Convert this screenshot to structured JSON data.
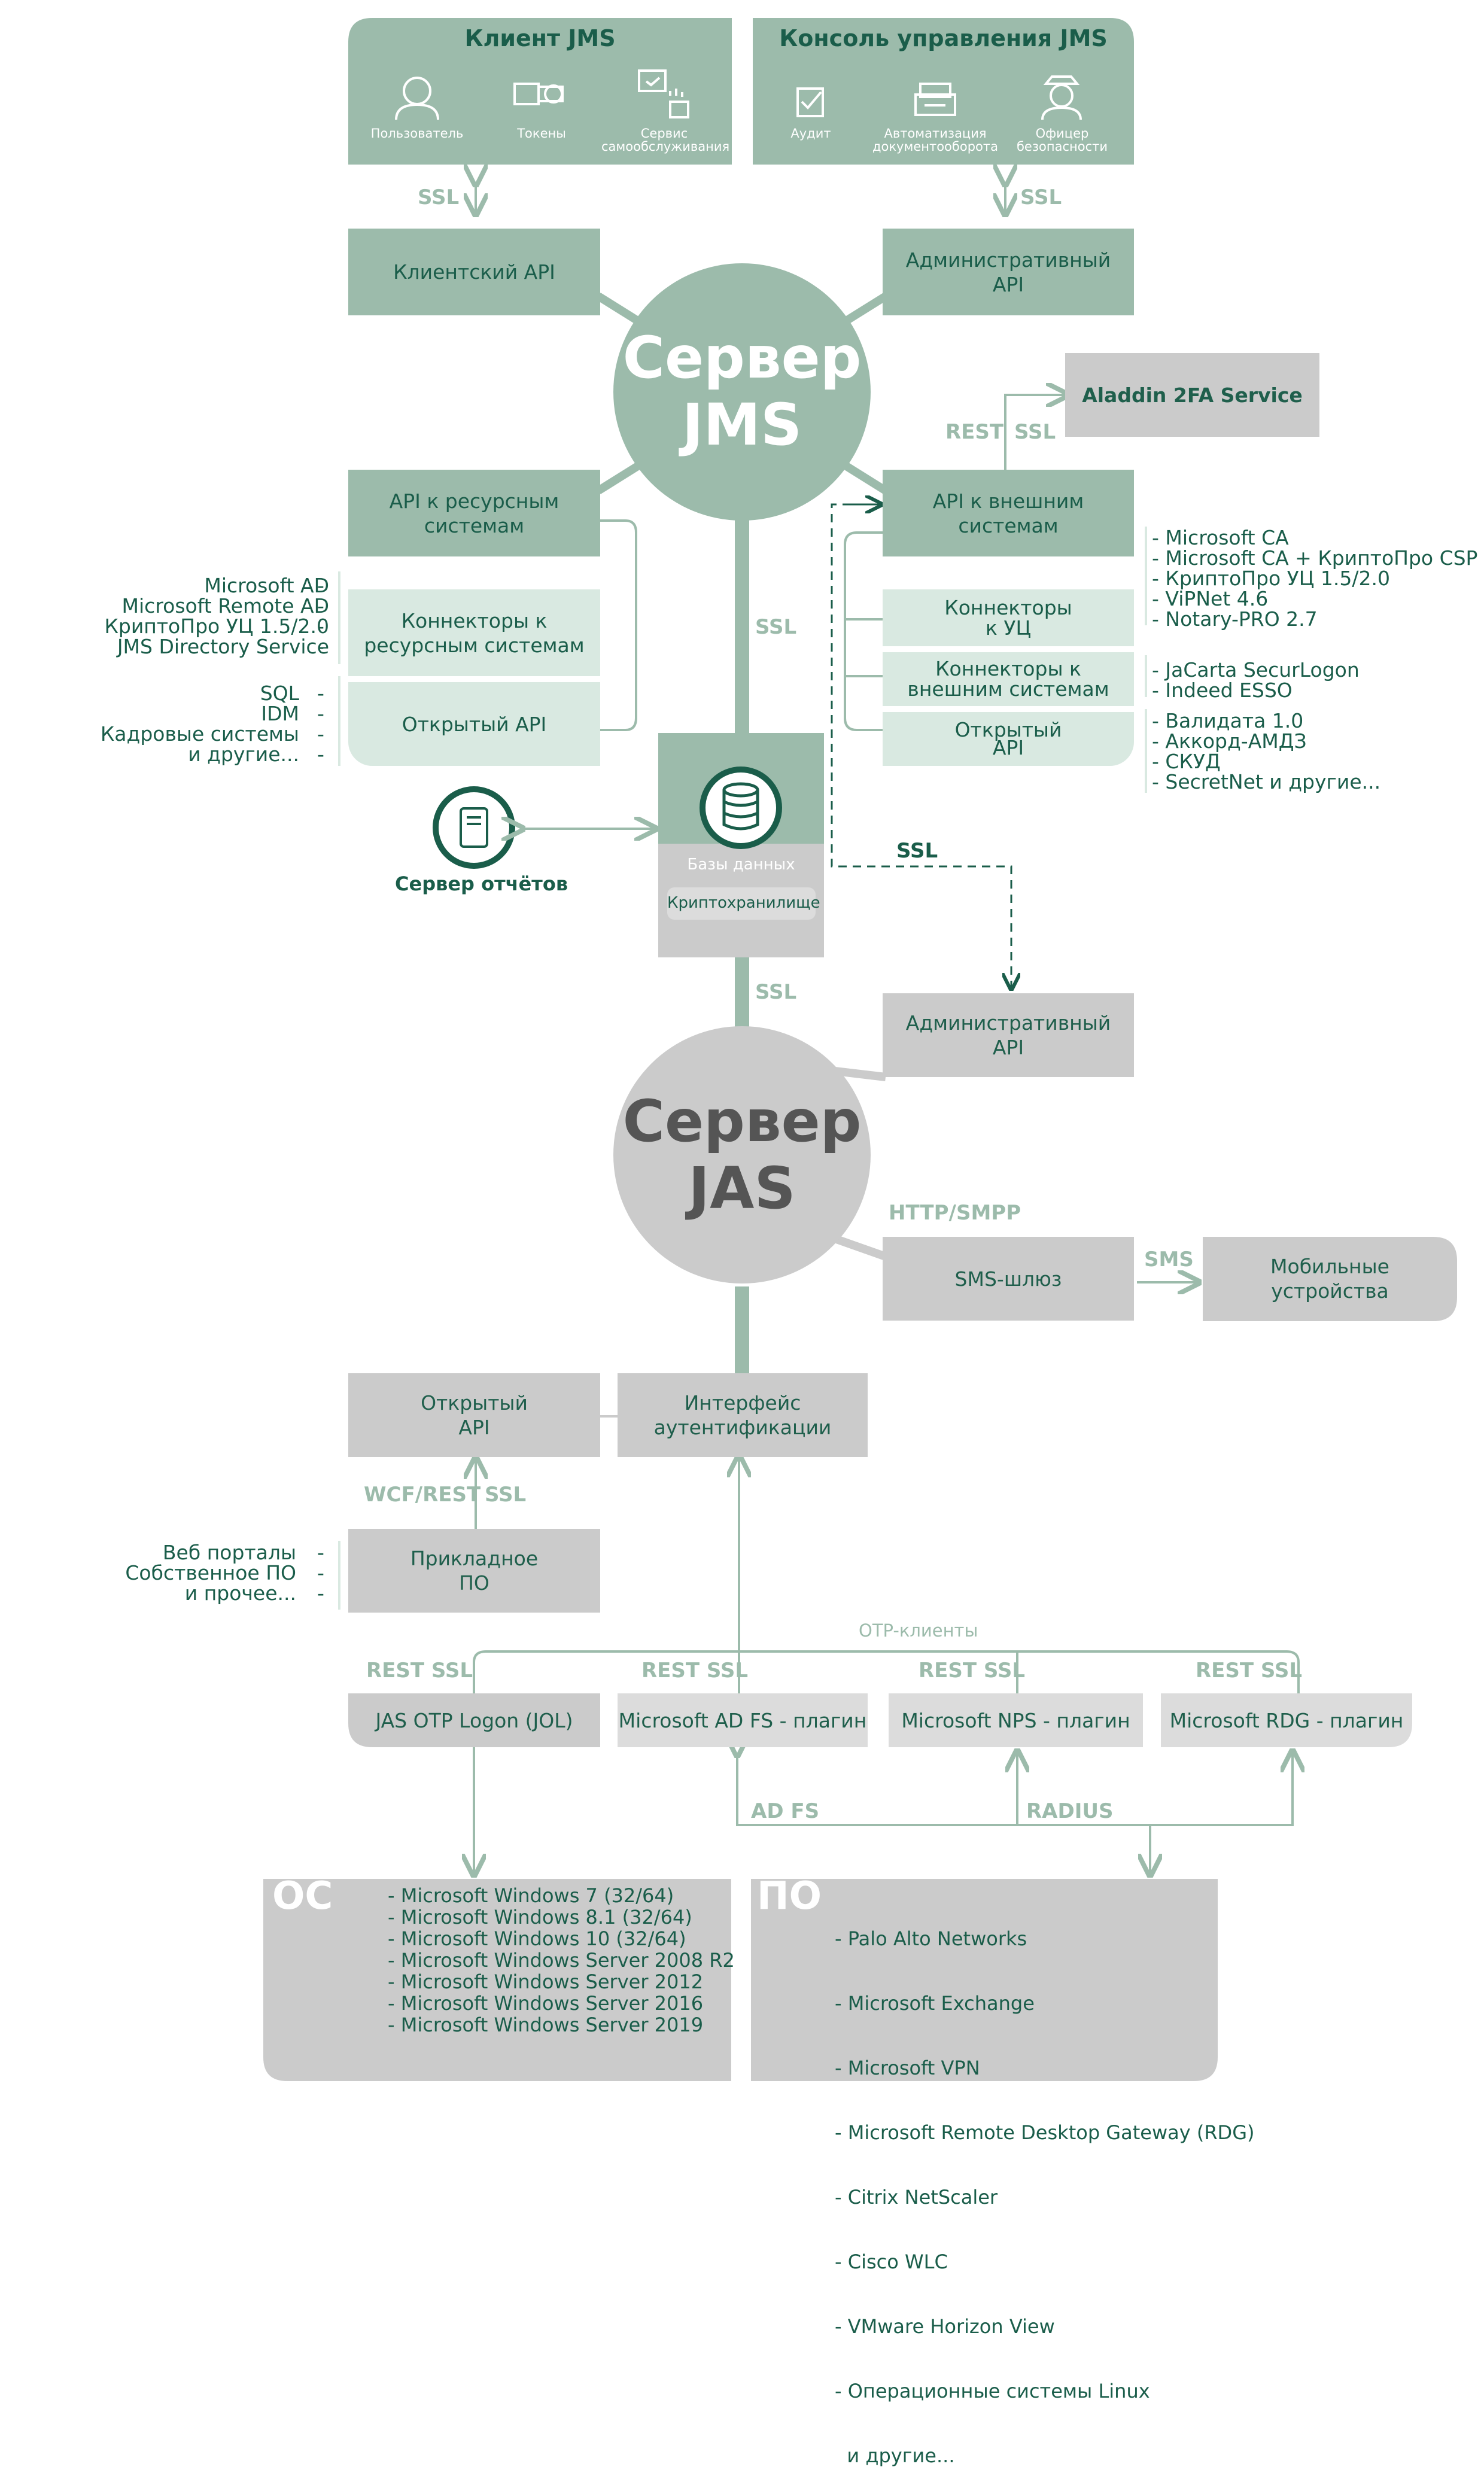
{
  "colors": {
    "green_dark": "#9cbbab",
    "green_light": "#d9e9e1",
    "green_text": "#1a5d4a",
    "grey": "#cbcbcb",
    "grey_dark_text": "#555555"
  },
  "client_jms": {
    "title": "Клиент JMS",
    "items": [
      {
        "label": "Пользователь",
        "icon": "user-icon"
      },
      {
        "label": "Токены",
        "icon": "token-icon"
      },
      {
        "label": "Сервис самообслуживания",
        "icon": "self-service-icon"
      }
    ]
  },
  "console_jms": {
    "title": "Консоль управления JMS",
    "items": [
      {
        "label": "Аудит",
        "icon": "audit-icon"
      },
      {
        "label": "Автоматизация документооборота",
        "icon": "printer-icon"
      },
      {
        "label": "Офицер безопасности",
        "icon": "officer-icon"
      }
    ]
  },
  "ssl": "SSL",
  "rest": "REST",
  "client_api": "Клиентский API",
  "admin_api": "Административный API",
  "server_jms": {
    "line1": "Сервер",
    "line2": "JMS"
  },
  "aladdin": "Aladdin 2FA Service",
  "api_resource": "API к ресурсным системам",
  "api_external": "API к внешним системам",
  "conn_resource": "Коннекторы к ресурсным системам",
  "open_api": "Открытый API",
  "conn_ca": "Коннекторы к УЦ",
  "conn_external": "Коннекторы к внешним системам",
  "left_list_1": [
    "Microsoft AD",
    "Microsoft Remote AD",
    "КриптоПро УЦ 1.5/2.0",
    "JMS Directory Service"
  ],
  "left_list_2": [
    "SQL",
    "IDM",
    "Кадровые системы",
    "и другие..."
  ],
  "right_list_1": [
    "Microsoft CA",
    "Microsoft CA + КриптоПро CSP",
    "КриптоПро УЦ 1.5/2.0",
    "ViPNet 4.6",
    "Notary-PRO 2.7"
  ],
  "right_list_2": [
    "JaCarta SecurLogon",
    "Indeed ESSO"
  ],
  "right_list_3": [
    "Валидата 1.0",
    "Аккорд-АМДЗ",
    "СКУД",
    "SecretNet и другие..."
  ],
  "report_server": "Сервер отчётов",
  "databases": "Базы данных",
  "crypto_storage": "Криптохранилище",
  "server_jas": {
    "line1": "Сервер",
    "line2": "JAS"
  },
  "http_smpp": "HTTP/SMPP",
  "sms_gateway": "SMS-шлюз",
  "sms": "SMS",
  "mobile": "Мобильные устройства",
  "open_api_jas": "Открытый API",
  "auth_interface": "Интерфейс аутентификации",
  "wcf_rest": "WCF/REST",
  "applied_sw": "Прикладное ПО",
  "applied_list": [
    "Веб порталы",
    "Собственное ПО",
    "и прочее..."
  ],
  "otp_clients": "OTP-клиенты",
  "rest_ssl": "REST SSL",
  "plugins": [
    "JAS OTP Logon (JOL)",
    "Microsoft AD FS - плагин",
    "Microsoft NPS - плагин",
    "Microsoft RDG - плагин"
  ],
  "adfs": "AD FS",
  "radius": "RADIUS",
  "os": {
    "title": "ОС",
    "items": [
      "- Microsoft Windows 7 (32/64)",
      "- Microsoft Windows 8.1 (32/64)",
      "- Microsoft Windows 10 (32/64)",
      "- Microsoft Windows Server 2008 R2",
      "- Microsoft Windows Server 2012",
      "- Microsoft Windows Server 2016",
      "- Microsoft Windows Server 2019"
    ]
  },
  "po": {
    "title": "ПО",
    "items": [
      "- Palo Alto Networks",
      "- Microsoft Exchange",
      "- Microsoft VPN",
      "- Microsoft Remote Desktop Gateway (RDG)",
      "- Citrix NetScaler",
      "- Cisco WLC",
      "- VMware Horizon View",
      "- Операционные системы Linux",
      "  и другие..."
    ]
  }
}
